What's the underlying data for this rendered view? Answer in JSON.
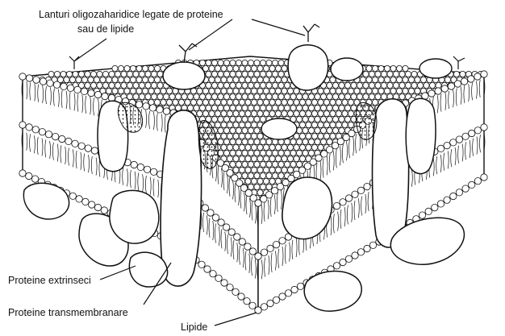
{
  "labels": {
    "oligo_line1": "Lanturi oligozaharidice legate de proteine",
    "oligo_line2": "sau de lipide",
    "extrinsic": "Proteine extrinseci",
    "transmembrane": "Proteine transmembranare",
    "lipids": "Lipide"
  },
  "colors": {
    "ink": "#111111",
    "paper": "#ffffff",
    "shade": "#d9d9d9"
  }
}
